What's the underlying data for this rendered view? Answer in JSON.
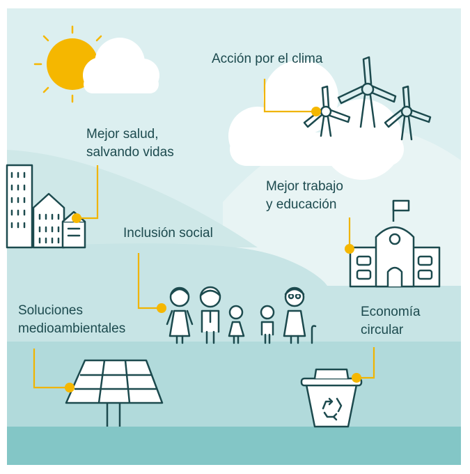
{
  "colors": {
    "sky": "#dceff0",
    "hill_light": "#e8f4f4",
    "hill_mid": "#c7e4e5",
    "ground": "#b1dadb",
    "ground_dark": "#9fd1d2",
    "bottom": "#83c6c6",
    "cloud": "#ffffff",
    "sun": "#f5b700",
    "line": "#1c4a4e",
    "accent": "#f0b400"
  },
  "labels": {
    "climate": "Acción por el clima",
    "health_1": "Mejor salud,",
    "health_2": "salvando vidas",
    "work_1": "Mejor trabajo",
    "work_2": "y educación",
    "social": "Inclusión social",
    "env_1": "Soluciones",
    "env_2": "medioambientales",
    "circular_1": "Economía",
    "circular_2": "circular"
  },
  "icons": [
    "sun-icon",
    "cloud-icon",
    "wind-turbine-icon",
    "buildings-icon",
    "school-icon",
    "people-icon",
    "solar-panel-icon",
    "recycling-bin-icon"
  ]
}
